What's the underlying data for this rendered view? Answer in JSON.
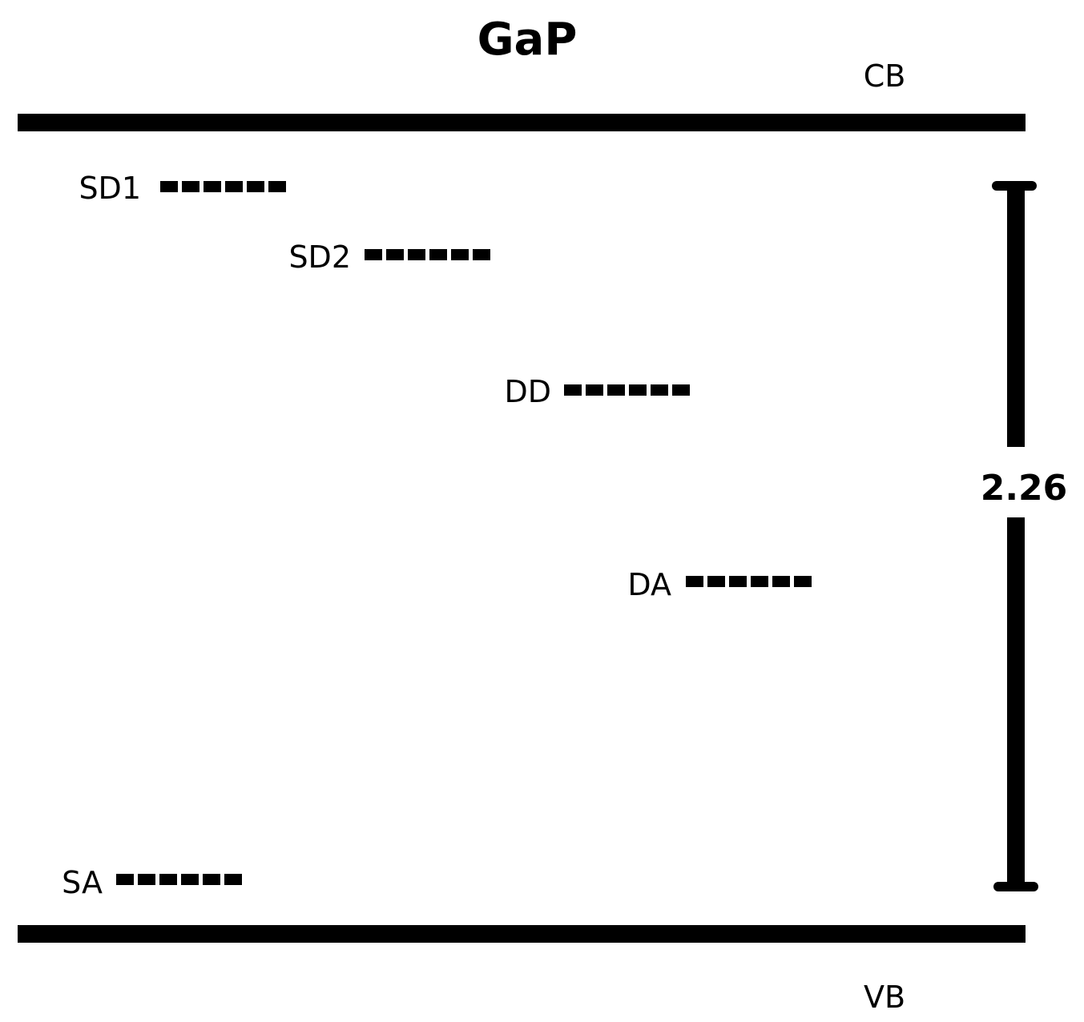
{
  "diagram": {
    "title": "GaP",
    "conduction_band_label": "CB",
    "valence_band_label": "VB",
    "band_gap_value": "2.26",
    "colors": {
      "line": "#000000",
      "background": "#ffffff"
    },
    "levels": [
      {
        "label": "SD1"
      },
      {
        "label": "SD2"
      },
      {
        "label": "DD"
      },
      {
        "label": "DA"
      },
      {
        "label": "SA"
      }
    ]
  }
}
